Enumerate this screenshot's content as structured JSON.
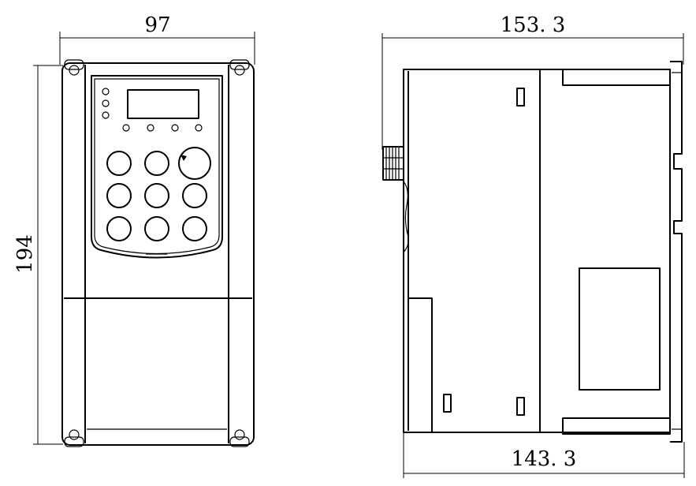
{
  "dimensions": {
    "front_width": "97",
    "front_height": "194",
    "side_depth_top": "153. 3",
    "side_depth_bottom": "143. 3"
  },
  "colors": {
    "line": "#000000",
    "background": "#ffffff"
  },
  "panel": {
    "indicator_led_count": 3,
    "key_led_count": 4,
    "button_count": 9,
    "has_knob": true
  }
}
